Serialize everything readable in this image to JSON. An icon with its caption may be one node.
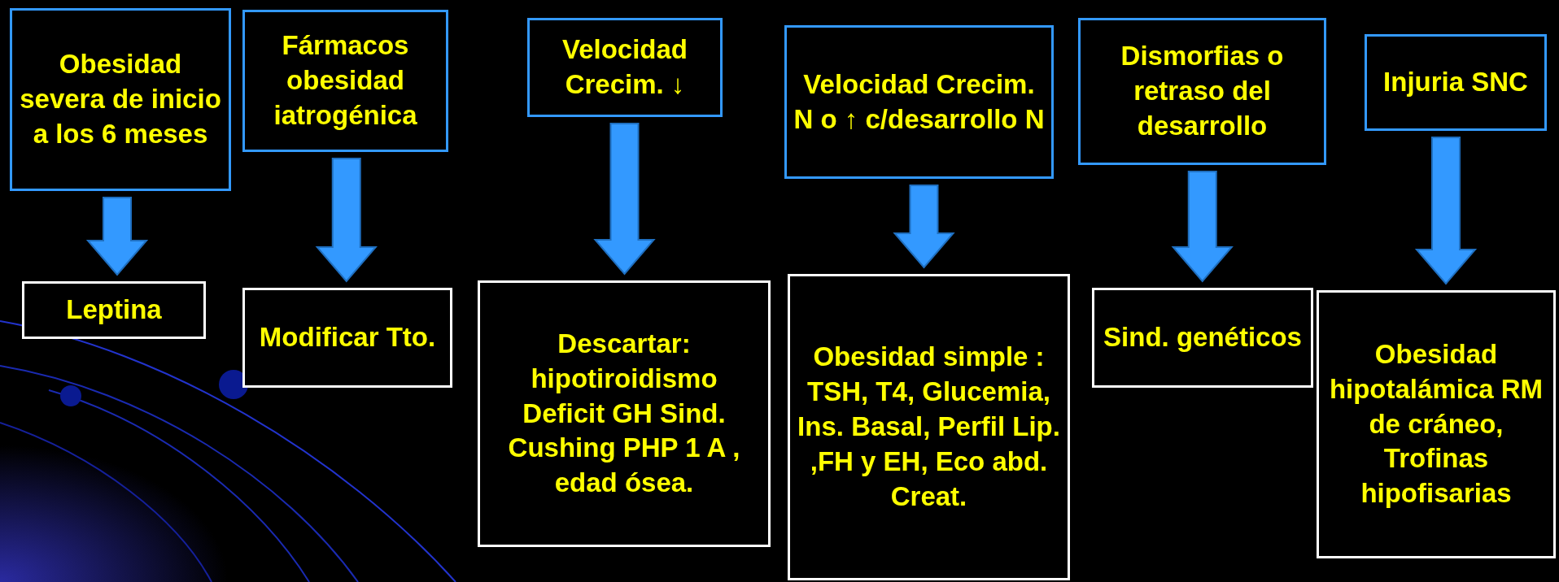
{
  "diagram": {
    "nodes": [
      {
        "text": [
          "Obesidad severa de inicio a los 6 meses"
        ]
      },
      {
        "text": [
          "Fármacos obesidad iatrogénica"
        ]
      },
      {
        "text": [
          "Velocidad Crecim. ↓"
        ]
      },
      {
        "text": [
          "Velocidad Crecim. N o ↑ c/desarrollo N"
        ]
      },
      {
        "text": [
          "Dismorfias o retraso del desarrollo"
        ]
      },
      {
        "text": [
          "Injuria SNC"
        ]
      },
      {
        "text": [
          "Leptina"
        ]
      },
      {
        "text": [
          "Modificar Tto."
        ]
      },
      {
        "text": [
          "Descartar: hipotiroidismo Deficit GH Sind. Cushing PHP 1 A , edad ósea."
        ]
      },
      {
        "text": [
          "Obesidad simple : TSH, T4, Glucemia, Ins. Basal, Perfil Lip. ,FH y EH, Eco abd. Creat."
        ]
      },
      {
        "text": [
          "Sind. genéticos"
        ]
      },
      {
        "text": [
          "Obesidad hipotalámica RM de cráneo, Trofinas hipofisarias"
        ]
      }
    ],
    "edges": [
      {
        "from": 0,
        "to": 6,
        "arrow": "to"
      },
      {
        "from": 1,
        "to": 7,
        "arrow": "to"
      },
      {
        "from": 2,
        "to": 8,
        "arrow": "to"
      },
      {
        "from": 3,
        "to": 9,
        "arrow": "to"
      },
      {
        "from": 4,
        "to": 10,
        "arrow": "to"
      },
      {
        "from": 5,
        "to": 11,
        "arrow": "to"
      }
    ]
  }
}
